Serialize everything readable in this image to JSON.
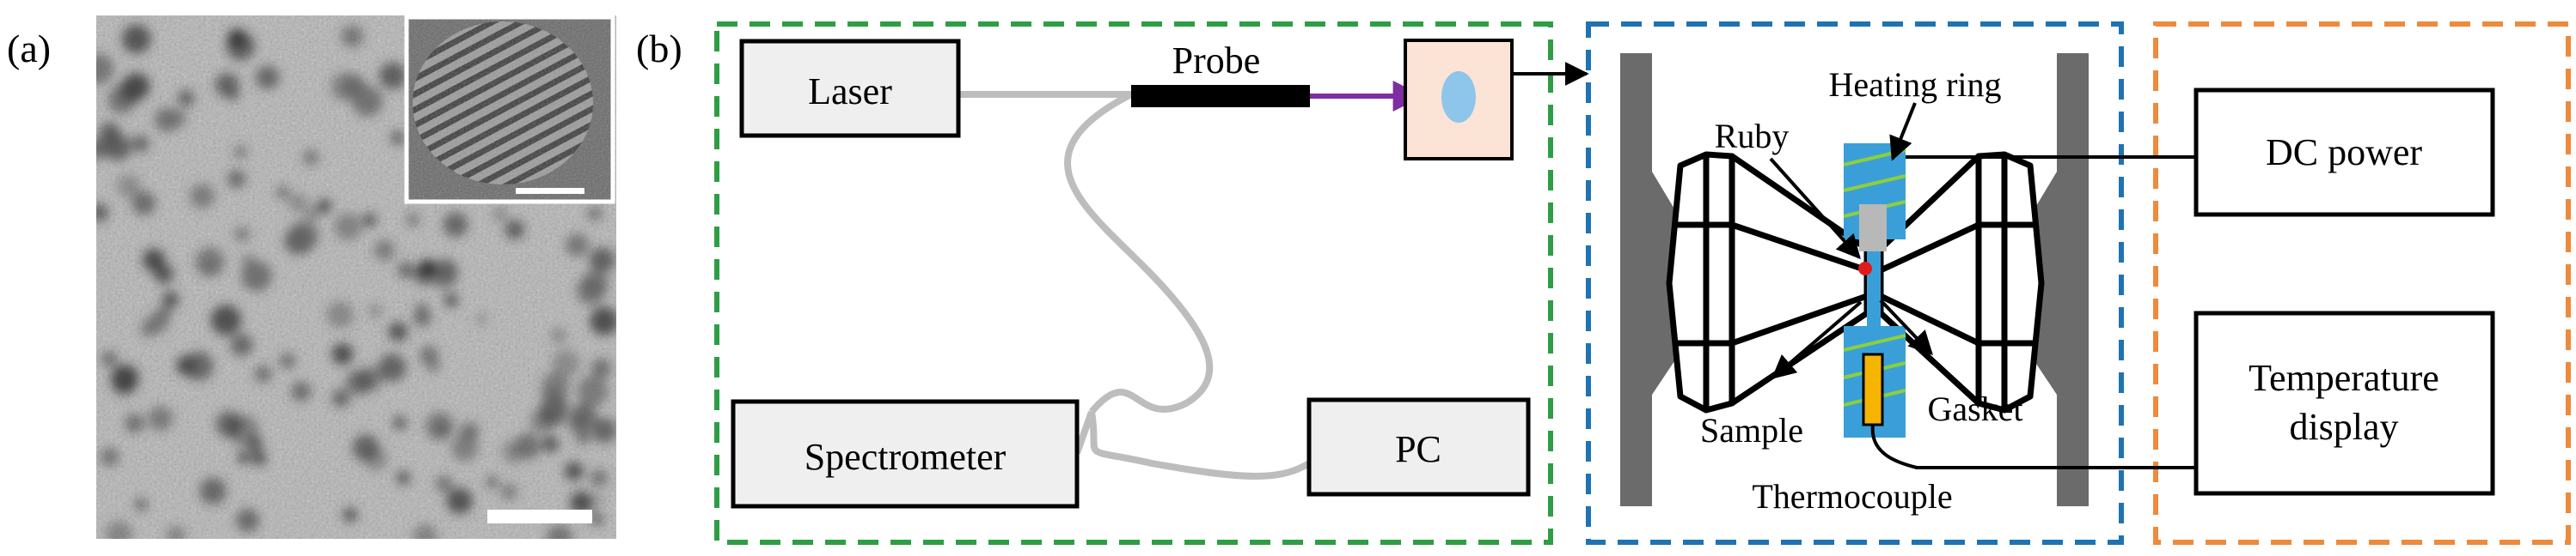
{
  "panel_labels": {
    "a": "(a)",
    "b": "(b)"
  },
  "laser_setup": {
    "laser": "Laser",
    "probe": "Probe",
    "spectrometer": "Spectrometer",
    "pc": "PC"
  },
  "cell": {
    "heating_ring": "Heating ring",
    "ruby": "Ruby",
    "sample": "Sample",
    "gasket": "Gasket",
    "thermocouple": "Thermocouple"
  },
  "control": {
    "dc_power": "DC power",
    "temperature_display_line1": "Temperature",
    "temperature_display_line2": "display"
  },
  "colors": {
    "green_frame": "#2e9e44",
    "blue_frame": "#1f73b3",
    "orange_frame": "#ee8a3c",
    "probe_arrow": "#7d2ea0",
    "heater_blue": "#3a9fd8",
    "heater_stripes": "#8ccf3c",
    "ruby_red": "#e0191b",
    "thermocouple": "#f5b400",
    "lens_fill": "#8ec5ea",
    "lens_box": "#fbe3d5",
    "fiber_gray": "#bdbdbd",
    "anvil_gray": "#6b6b6b"
  }
}
